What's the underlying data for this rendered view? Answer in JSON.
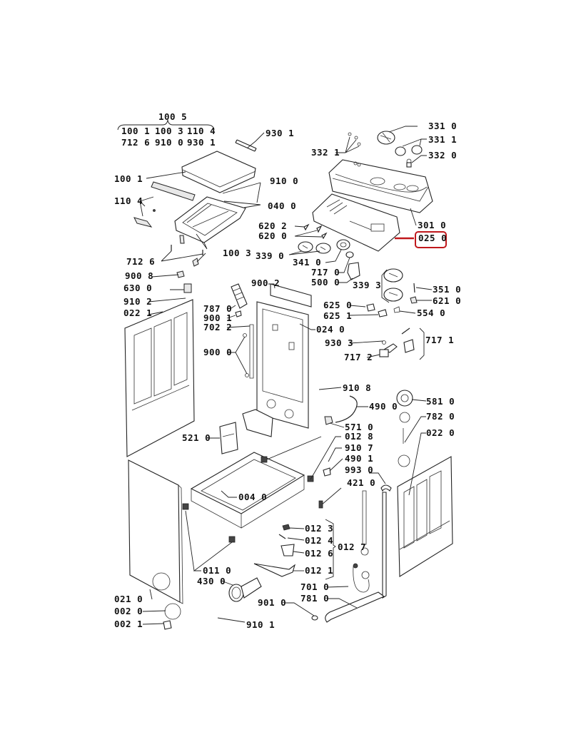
{
  "diagram": {
    "kit_header": {
      "kit": "100 5",
      "members_row1": [
        "100 1",
        "100 3",
        "110 4"
      ],
      "members_row2": [
        "712 6",
        "910 0",
        "930 1"
      ]
    },
    "highlighted_part": "025 0",
    "highlight_color": "#c0181c",
    "labels": {
      "p9301": "930 1",
      "p3310": "331 0",
      "p3311": "331 1",
      "p3321": "332 1",
      "p3320": "332 0",
      "p1001": "100 1",
      "p9100": "910 0",
      "p1104": "110 4",
      "p0400": "040 0",
      "p3010": "301 0",
      "p6202": "620 2",
      "p6200": "620 0",
      "p0250": "025 0",
      "p7126": "712 6",
      "p1003": "100 3",
      "p3390": "339 0",
      "p3410": "341 0",
      "p9008": "900 8",
      "p7170": "717 0",
      "p5000": "500 0",
      "p6300": "630 0",
      "p3393": "339 3",
      "p3510": "351 0",
      "p9102": "910 2",
      "p9002": "900 2",
      "p6210": "621 0",
      "p0221": "022 1",
      "p7870": "787 0",
      "p6250": "625 0",
      "p9001": "900 1",
      "p6251": "625 1",
      "p5540": "554 0",
      "p7022": "702 2",
      "p0240": "024 0",
      "p9303": "930 3",
      "p7171": "717 1",
      "p9000": "900 0",
      "p7172": "717 2",
      "p9108": "910 8",
      "p5810": "581 0",
      "p4900": "490 0",
      "p7820": "782 0",
      "p5710": "571 0",
      "p0220": "022 0",
      "p5210": "521 0",
      "p0128": "012 8",
      "p9107": "910 7",
      "p4901": "490 1",
      "p9930": "993 0",
      "p4210": "421 0",
      "p0040": "004 0",
      "p0123": "012 3",
      "p0124": "012 4",
      "p0127": "012 7",
      "p0126": "012 6",
      "p0110": "011 0",
      "p0121": "012 1",
      "p4300": "430 0",
      "p7010": "701 0",
      "p0210": "021 0",
      "p9010": "901 0",
      "p7810": "781 0",
      "p0020": "002 0",
      "p0021": "002 1",
      "p9101": "910 1"
    }
  }
}
